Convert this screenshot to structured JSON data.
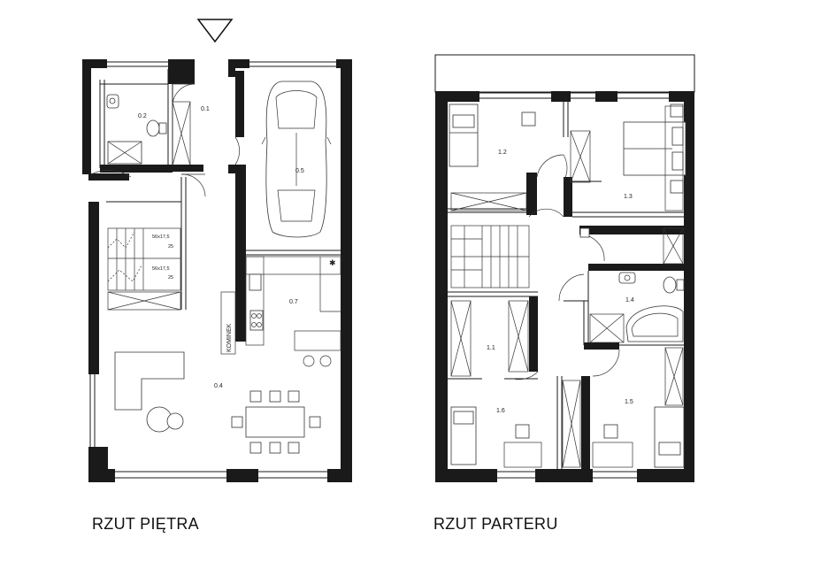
{
  "captions": {
    "left": "RZUT PIĘTRA",
    "right": "RZUT PARTERU"
  },
  "left_plan": {
    "rooms": {
      "r01": "0.1",
      "r02": "0.2",
      "r04": "0.4",
      "r05": "0.5",
      "r07": "0.7"
    },
    "fireplace": "KOMINEK",
    "stair_dims_upper": "56x17,5",
    "stair_dims_upper_b": "25",
    "stair_dims_lower": "56x17,5",
    "stair_dims_lower_b": "25"
  },
  "right_plan": {
    "rooms": {
      "r11": "1.1",
      "r12": "1.2",
      "r13": "1.3",
      "r14": "1.4",
      "r15": "1.5",
      "r16": "1.6"
    }
  },
  "entrance_icon": "triangle-down-icon"
}
